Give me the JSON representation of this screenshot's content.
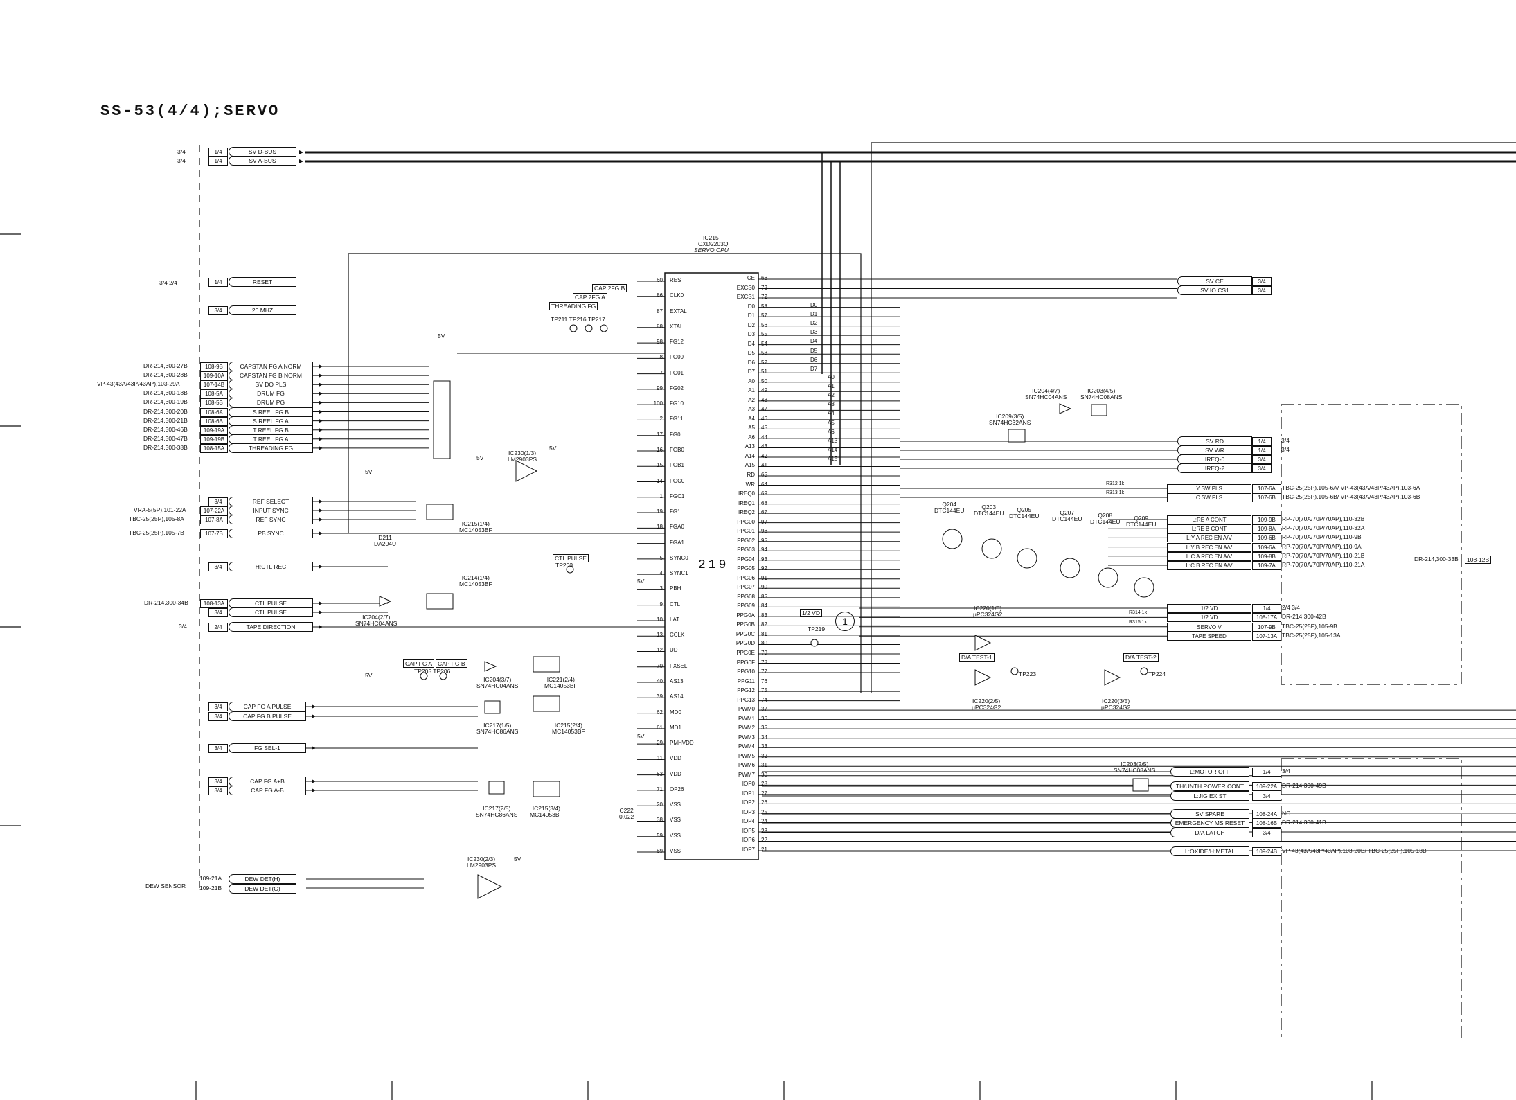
{
  "title": "SS-53(4/4);SERVO",
  "bus_inputs": [
    {
      "page": "3/4",
      "ref": "1/4",
      "signal": "SV D-BUS"
    },
    {
      "page": "3/4",
      "ref": "1/4",
      "signal": "SV A-BUS"
    }
  ],
  "left_inputs": [
    {
      "page": "3/4  2/4",
      "ref": "1/4",
      "signal": "RESET"
    },
    {
      "page": "",
      "ref": "3/4",
      "signal": "20 MHZ"
    }
  ],
  "connectors_left": [
    {
      "from": "DR-214,300-27B",
      "pin": "108-9B",
      "signal": "CAPSTAN FG A NORM"
    },
    {
      "from": "DR-214,300-28B",
      "pin": "109-10A",
      "signal": "CAPSTAN FG B NORM"
    },
    {
      "from": "VP-43(43A/43P/43AP),103-29A",
      "pin": "107-14B",
      "signal": "SV DO PLS"
    },
    {
      "from": "DR-214,300-18B",
      "pin": "108-5A",
      "signal": "DRUM FG"
    },
    {
      "from": "DR-214,300-19B",
      "pin": "108-5B",
      "signal": "DRUM PG"
    },
    {
      "from": "DR-214,300-20B",
      "pin": "108-6A",
      "signal": "S REEL FG B"
    },
    {
      "from": "DR-214,300-21B",
      "pin": "108-6B",
      "signal": "S REEL FG A"
    },
    {
      "from": "DR-214,300-46B",
      "pin": "109-19A",
      "signal": "T REEL FG B"
    },
    {
      "from": "DR-214,300-47B",
      "pin": "109-19B",
      "signal": "T REEL FG A"
    },
    {
      "from": "DR-214,300-38B",
      "pin": "108-15A",
      "signal": "THREADING FG"
    }
  ],
  "sync_inputs": [
    {
      "from": "",
      "pin": "3/4",
      "signal": "REF SELECT"
    },
    {
      "from": "VRA-5(5P),101-22A",
      "pin": "107-22A",
      "signal": "INPUT SYNC"
    },
    {
      "from": "TBC-25(25P),105-8A",
      "pin": "107-8A",
      "signal": "REF SYNC"
    },
    {
      "from": "TBC-25(25P),105-7B",
      "pin": "107-7B",
      "signal": "PB SYNC"
    },
    {
      "from": "",
      "pin": "3/4",
      "signal": "H:CTL REC"
    },
    {
      "from": "DR-214,300-34B",
      "pin": "108-13A",
      "signal": "CTL PULSE"
    },
    {
      "from": "",
      "pin": "3/4",
      "signal": "CTL PULSE"
    },
    {
      "from": "3/4",
      "pin": "2/4",
      "signal": "TAPE DIRECTION"
    }
  ],
  "capfg_inputs": [
    {
      "pin": "3/4",
      "signal": "CAP FG A PULSE"
    },
    {
      "pin": "3/4",
      "signal": "CAP FG B PULSE"
    },
    {
      "pin": "3/4",
      "signal": "FG SEL-1"
    },
    {
      "pin": "3/4",
      "signal": "CAP FG A+B"
    },
    {
      "pin": "3/4",
      "signal": "CAP FG A-B"
    }
  ],
  "dew": {
    "label": "DEW SENSOR",
    "rows": [
      {
        "pin": "109-21A",
        "signal": "DEW DET(H)"
      },
      {
        "pin": "109-21B",
        "signal": "DEW DET(G)"
      }
    ]
  },
  "cpu": {
    "ref": "IC215",
    "part": "CXD2203Q",
    "desc": "SERVO CPU",
    "number": "219",
    "left_pins": [
      {
        "n": "60",
        "name": "RES"
      },
      {
        "n": "86",
        "name": "CLK0"
      },
      {
        "n": "87",
        "name": "EXTAL"
      },
      {
        "n": "88",
        "name": "XTAL"
      },
      {
        "n": "98",
        "name": "FG12"
      },
      {
        "n": "8",
        "name": "FG00"
      },
      {
        "n": "7",
        "name": "FG01"
      },
      {
        "n": "99",
        "name": "FG02"
      },
      {
        "n": "100",
        "name": "FG10"
      },
      {
        "n": "2",
        "name": "FG11"
      },
      {
        "n": "17",
        "name": "FG0"
      },
      {
        "n": "16",
        "name": "FGB0"
      },
      {
        "n": "15",
        "name": "FGB1"
      },
      {
        "n": "14",
        "name": "FGC0"
      },
      {
        "n": "1",
        "name": "FGC1"
      },
      {
        "n": "19",
        "name": "FG1"
      },
      {
        "n": "18",
        "name": "FGA0"
      },
      {
        "n": "",
        "name": "FGA1"
      },
      {
        "n": "5",
        "name": "SYNC0"
      },
      {
        "n": "4",
        "name": "SYNC1"
      },
      {
        "n": "3",
        "name": "PBH"
      },
      {
        "n": "9",
        "name": "CTL"
      },
      {
        "n": "10",
        "name": "LAT"
      },
      {
        "n": "13",
        "name": "CCLK"
      },
      {
        "n": "12",
        "name": "UD"
      },
      {
        "n": "70",
        "name": "FXSEL"
      },
      {
        "n": "40",
        "name": "AS13"
      },
      {
        "n": "39",
        "name": "AS14"
      },
      {
        "n": "62",
        "name": "MD0"
      },
      {
        "n": "61",
        "name": "MD1"
      },
      {
        "n": "29",
        "name": "PMHVDD"
      },
      {
        "n": "11",
        "name": "VDD"
      },
      {
        "n": "63",
        "name": "VDD"
      },
      {
        "n": "71",
        "name": "OP26"
      },
      {
        "n": "20",
        "name": "VSS"
      },
      {
        "n": "38",
        "name": "VSS"
      },
      {
        "n": "59",
        "name": "VSS"
      },
      {
        "n": "89",
        "name": "VSS"
      }
    ],
    "right_pins": [
      {
        "n": "66",
        "name": "CE"
      },
      {
        "n": "73",
        "name": "EXCS0"
      },
      {
        "n": "72",
        "name": "EXCS1"
      },
      {
        "n": "58",
        "name": "D0"
      },
      {
        "n": "57",
        "name": "D1"
      },
      {
        "n": "56",
        "name": "D2"
      },
      {
        "n": "55",
        "name": "D3"
      },
      {
        "n": "54",
        "name": "D4"
      },
      {
        "n": "53",
        "name": "D5"
      },
      {
        "n": "52",
        "name": "D6"
      },
      {
        "n": "51",
        "name": "D7"
      },
      {
        "n": "50",
        "name": "A0"
      },
      {
        "n": "49",
        "name": "A1"
      },
      {
        "n": "48",
        "name": "A2"
      },
      {
        "n": "47",
        "name": "A3"
      },
      {
        "n": "46",
        "name": "A4"
      },
      {
        "n": "45",
        "name": "A5"
      },
      {
        "n": "44",
        "name": "A6"
      },
      {
        "n": "43",
        "name": "A13"
      },
      {
        "n": "42",
        "name": "A14"
      },
      {
        "n": "41",
        "name": "A15"
      },
      {
        "n": "65",
        "name": "RD"
      },
      {
        "n": "64",
        "name": "WR"
      },
      {
        "n": "69",
        "name": "IREQ0"
      },
      {
        "n": "68",
        "name": "IREQ1"
      },
      {
        "n": "67",
        "name": "IREQ2"
      },
      {
        "n": "97",
        "name": "PPG00"
      },
      {
        "n": "96",
        "name": "PPG01"
      },
      {
        "n": "95",
        "name": "PPG02"
      },
      {
        "n": "94",
        "name": "PPG03"
      },
      {
        "n": "93",
        "name": "PPG04"
      },
      {
        "n": "92",
        "name": "PPG05"
      },
      {
        "n": "91",
        "name": "PPG06"
      },
      {
        "n": "90",
        "name": "PPG07"
      },
      {
        "n": "85",
        "name": "PPG08"
      },
      {
        "n": "84",
        "name": "PPG09"
      },
      {
        "n": "83",
        "name": "PPG0A"
      },
      {
        "n": "82",
        "name": "PPG0B"
      },
      {
        "n": "81",
        "name": "PPG0C"
      },
      {
        "n": "80",
        "name": "PPG0D"
      },
      {
        "n": "79",
        "name": "PPG0E"
      },
      {
        "n": "78",
        "name": "PPG0F"
      },
      {
        "n": "77",
        "name": "PPG10"
      },
      {
        "n": "76",
        "name": "PPG11"
      },
      {
        "n": "75",
        "name": "PPG12"
      },
      {
        "n": "74",
        "name": "PPG13"
      },
      {
        "n": "37",
        "name": "PWM0"
      },
      {
        "n": "36",
        "name": "PWM1"
      },
      {
        "n": "35",
        "name": "PWM2"
      },
      {
        "n": "34",
        "name": "PWM3"
      },
      {
        "n": "33",
        "name": "PWM4"
      },
      {
        "n": "32",
        "name": "PWM5"
      },
      {
        "n": "31",
        "name": "PWM6"
      },
      {
        "n": "30",
        "name": "PWM7"
      },
      {
        "n": "28",
        "name": "IOP0"
      },
      {
        "n": "27",
        "name": "IOP1"
      },
      {
        "n": "26",
        "name": "IOP2"
      },
      {
        "n": "25",
        "name": "IOP3"
      },
      {
        "n": "24",
        "name": "IOP4"
      },
      {
        "n": "23",
        "name": "IOP5"
      },
      {
        "n": "22",
        "name": "IOP6"
      },
      {
        "n": "21",
        "name": "IOP7"
      }
    ]
  },
  "right_outputs_top": [
    {
      "signal": "SV CE",
      "ref": "3/4"
    },
    {
      "signal": "SV IO CS1",
      "ref": "3/4"
    }
  ],
  "right_outputs_mid": [
    {
      "signal": "SV RD",
      "ref": "1/4",
      "dest": "3/4"
    },
    {
      "signal": "SV WR",
      "ref": "1/4",
      "dest": "3/4"
    },
    {
      "signal": "IREQ-0",
      "ref": "3/4",
      "dest": ""
    },
    {
      "signal": "IREQ-2",
      "ref": "3/4",
      "dest": ""
    }
  ],
  "right_outputs_pls": [
    {
      "res": "R312 1k",
      "signal": "Y SW PLS",
      "pin": "107-6A",
      "dest": "TBC-25(25P),105-6A/ VP-43(43A/43P/43AP),103-6A"
    },
    {
      "res": "R313 1k",
      "signal": "C SW PLS",
      "pin": "107-6B",
      "dest": "TBC-25(25P),105-6B/ VP-43(43A/43P/43AP),103-6B"
    }
  ],
  "right_outputs_rec": [
    {
      "signal": "L:RE A CONT",
      "pin": "109-9B",
      "dest": "RP-70(70A/70P/70AP),110-32B"
    },
    {
      "signal": "L:RE B CONT",
      "pin": "109-8A",
      "dest": "RP-70(70A/70P/70AP),110-32A"
    },
    {
      "signal": "L:Y A REC EN A/V",
      "pin": "109-6B",
      "dest": "RP-70(70A/70P/70AP),110-9B"
    },
    {
      "signal": "L:Y B REC EN A/V",
      "pin": "109-6A",
      "dest": "RP-70(70A/70P/70AP),110-9A"
    },
    {
      "signal": "L:C A REC EN A/V",
      "pin": "109-8B",
      "dest": "RP-70(70A/70P/70AP),110-21B"
    },
    {
      "signal": "L:C B REC EN A/V",
      "pin": "109-7A",
      "dest": "RP-70(70A/70P/70AP),110-21A"
    }
  ],
  "right_outputs_vd": [
    {
      "res": "",
      "signal": "1/2 VD",
      "pin": "1/4",
      "dest": "2/4  3/4"
    },
    {
      "res": "R314 1k",
      "signal": "1/2 VD",
      "pin": "108-17A",
      "dest": "DR-214,300-42B"
    },
    {
      "res": "R315 1k",
      "signal": "SERVO V",
      "pin": "107-9B",
      "dest": "TBC-25(25P),105-9B"
    },
    {
      "res": "",
      "signal": "TAPE SPEED",
      "pin": "107-13A",
      "dest": "TBC-25(25P),105-13A"
    }
  ],
  "right_outputs_bottom": [
    {
      "signal": "L:MOTOR OFF",
      "pin": "1/4",
      "dest": "3/4"
    },
    {
      "signal": "TH/UNTH POWER CONT",
      "pin": "109-22A",
      "dest": "DR-214,300-49B"
    },
    {
      "signal": "L:JIG EXIST",
      "pin": "3/4",
      "dest": ""
    },
    {
      "signal": "SV SPARE",
      "pin": "108-24A",
      "dest": "NC"
    },
    {
      "signal": "EMERGENCY MS RESET",
      "pin": "108-16B",
      "dest": "DR-214,300-41B"
    },
    {
      "signal": "D/A LATCH",
      "pin": "3/4",
      "dest": ""
    },
    {
      "signal": "L:OXIDE/H:METAL",
      "pin": "109-24B",
      "dest": "VP-43(43A/43P/43AP),103-20B/ TBC-25(25P),105-18B"
    }
  ],
  "far_right": {
    "label": "DR-214,300-33B",
    "pin": "108-12B"
  },
  "labels": {
    "dbus": [
      "D0",
      "D1",
      "D2",
      "D3",
      "D4",
      "D5",
      "D6",
      "D7"
    ],
    "abus": [
      "A0",
      "A1",
      "A2",
      "A3",
      "A4",
      "A5",
      "A6",
      "A13",
      "A14",
      "A15"
    ],
    "tp_group1": "TP211 TP216 TP217",
    "cap_2fg_b": "CAP 2FG B",
    "cap_2fg_a": "CAP 2FG A",
    "threading_fg": "THREADING FG",
    "ctl_pulse_tp": "CTL PULSE",
    "tp203": "TP203",
    "cap_fg_a_tag": "CAP FG A",
    "cap_fg_b_tag": "CAP FG B",
    "tp205_206": "TP205  TP206",
    "half_vd_tag": "1/2 VD",
    "tp219": "TP219",
    "circle_one": "1",
    "da_test1": "D/A TEST-1",
    "da_test2": "D/A TEST-2",
    "tp223": "TP223",
    "tp224": "TP224",
    "ic230_1": "IC230(1/3)\nLM2903PS",
    "ic230_2": "IC230(2/3)\nLM2903PS",
    "ic215_1": "IC215(1/4)\nMC14053BF",
    "ic214": "IC214(1/4)\nMC14053BF",
    "ic204_2": "IC204(2/7)\nSN74HC04ANS",
    "ic204_3": "IC204(3/7)\nSN74HC04ANS",
    "ic221": "IC221(2/4)\nMC14053BF",
    "ic217_1": "IC217(1/5)\nSN74HC86ANS",
    "ic215_2": "IC215(2/4)\nMC14053BF",
    "ic217_2": "IC217(2/5)\nSN74HC86ANS",
    "ic215_3": "IC215(3/4)\nMC14053BF",
    "ic204_4": "IC204(4/7)\nSN74HC04ANS",
    "ic203_4": "IC203(4/5)\nSN74HC08ANS",
    "ic209": "IC209(3/5)\nSN74HC32ANS",
    "ic220_1": "IC220(1/5)\nμPC324G2",
    "ic220_2": "IC220(2/5)\nμPC324G2",
    "ic220_3": "IC220(3/5)\nμPC324G2",
    "ic203_2": "IC203(2/5)\nSN74HC08ANS",
    "q_labels": [
      "Q204\nDTC144EU",
      "Q203\nDTC144EU",
      "Q205\nDTC144EU",
      "Q207\nDTC144EU",
      "Q208\nDTC144EU",
      "Q209\nDTC144EU"
    ],
    "d211": "D211\nDA204U",
    "c222": "C222\n0.022",
    "voltages": [
      "5V",
      "5V",
      "5V",
      "5V",
      "5V",
      "5V",
      "5V",
      "5V"
    ]
  }
}
